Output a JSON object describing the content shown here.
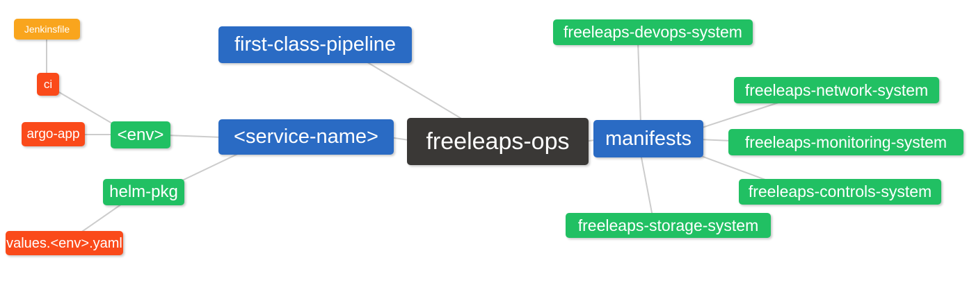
{
  "diagram": {
    "type": "mindmap",
    "root": "freeleaps-ops",
    "background": "#ffffff"
  },
  "nodes": {
    "jenkinsfile": "Jenkinsfile",
    "ci": "ci",
    "argo_app": "argo-app",
    "env": "<env>",
    "helm_pkg": "helm-pkg",
    "values_env_yaml": "values.<env>.yaml",
    "first_class_pipeline": "first-class-pipeline",
    "service_name": "<service-name>",
    "freeleaps_ops": "freeleaps-ops",
    "manifests": "manifests",
    "devops_system": "freeleaps-devops-system",
    "network_system": "freeleaps-network-system",
    "monitoring_system": "freeleaps-monitoring-system",
    "controls_system": "freeleaps-controls-system",
    "storage_system": "freeleaps-storage-system"
  },
  "edges": [
    {
      "from": "jenkinsfile",
      "to": "ci"
    },
    {
      "from": "ci",
      "to": "env"
    },
    {
      "from": "argo_app",
      "to": "env"
    },
    {
      "from": "env",
      "to": "service_name"
    },
    {
      "from": "service_name",
      "to": "freeleaps_ops"
    },
    {
      "from": "first_class_pipeline",
      "to": "freeleaps_ops"
    },
    {
      "from": "service_name",
      "to": "helm_pkg"
    },
    {
      "from": "helm_pkg",
      "to": "values_env_yaml"
    },
    {
      "from": "freeleaps_ops",
      "to": "manifests"
    },
    {
      "from": "manifests",
      "to": "devops_system"
    },
    {
      "from": "manifests",
      "to": "network_system"
    },
    {
      "from": "manifests",
      "to": "monitoring_system"
    },
    {
      "from": "manifests",
      "to": "controls_system"
    },
    {
      "from": "manifests",
      "to": "storage_system"
    }
  ],
  "colors": {
    "branch_blue": "#2a6bc4",
    "leaf_green": "#21c063",
    "root_dark": "#3a3836",
    "red_orange": "#fa4a1a",
    "orange": "#f9a51d",
    "edge_gray": "#cccccc",
    "text_white": "#ffffff"
  }
}
